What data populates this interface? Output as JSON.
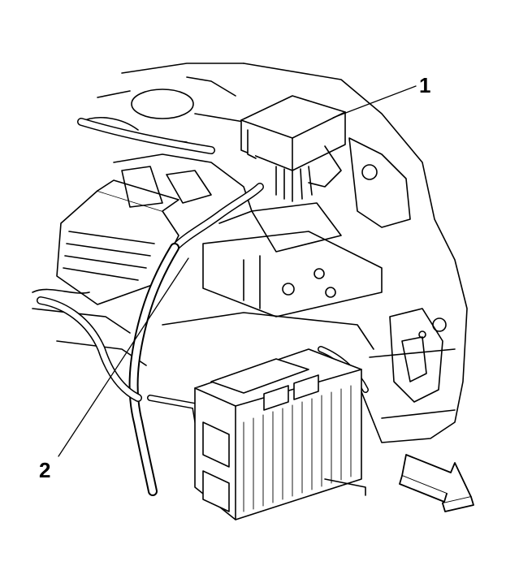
{
  "diagram": {
    "callouts": [
      {
        "id": "1",
        "label": "1"
      },
      {
        "id": "2",
        "label": "2"
      }
    ],
    "colors": {
      "line": "#000000",
      "fill": "#ffffff"
    },
    "icons": [
      "direction-arrow-icon"
    ]
  }
}
